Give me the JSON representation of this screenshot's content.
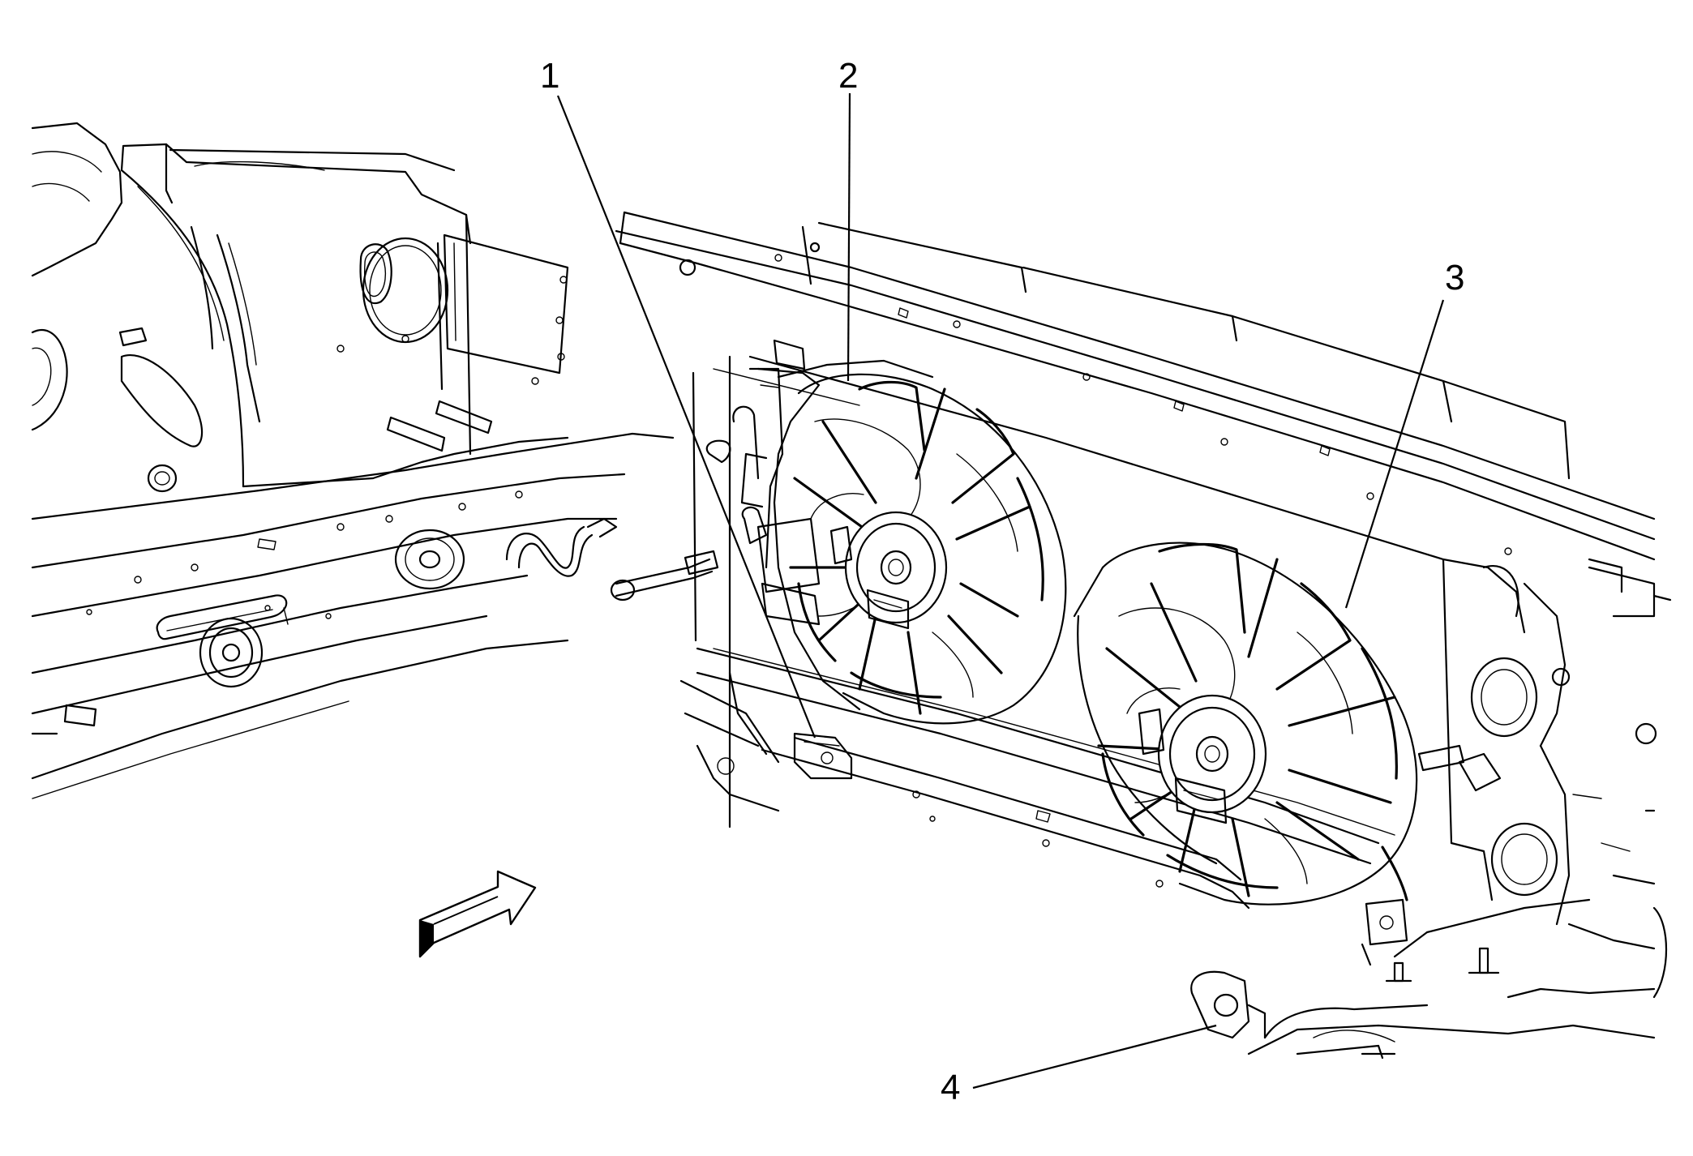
{
  "callouts": [
    {
      "id": "1",
      "label": "1"
    },
    {
      "id": "2",
      "label": "2"
    },
    {
      "id": "3",
      "label": "3"
    },
    {
      "id": "4",
      "label": "4"
    }
  ],
  "colors": {
    "line": "#000000",
    "background": "#ffffff"
  },
  "icons": {
    "direction_arrow": "forward-direction-arrow-icon"
  }
}
